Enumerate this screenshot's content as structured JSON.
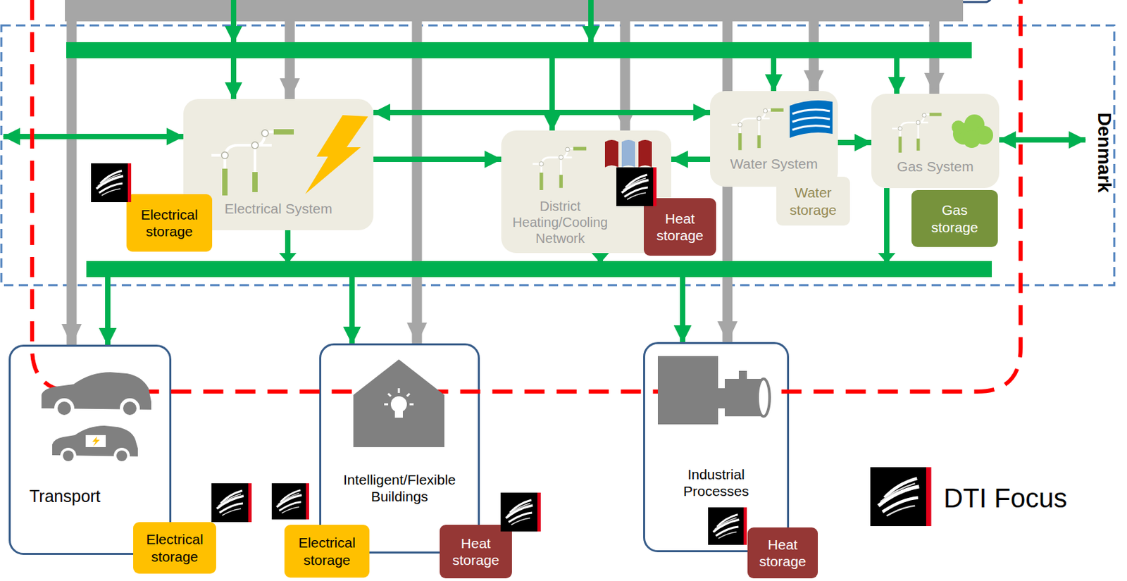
{
  "diagram": {
    "nodes": [
      {
        "text": [
          "Electrical System"
        ]
      },
      {
        "text": [
          "Electrical storage"
        ]
      },
      {
        "text": [
          "District Heating/Cooling Network"
        ]
      },
      {
        "text": [
          "Heat storage"
        ]
      },
      {
        "text": [
          "Water System"
        ]
      },
      {
        "text": [
          "Water storage"
        ]
      },
      {
        "text": [
          "Gas System"
        ]
      },
      {
        "text": [
          "Gas storage"
        ]
      },
      {
        "text": [
          "Transport"
        ]
      },
      {
        "text": [
          "Electrical storage"
        ]
      },
      {
        "text": [
          "Intelligent/Flexible Buildings"
        ]
      },
      {
        "text": [
          "Electrical storage"
        ]
      },
      {
        "text": [
          "Heat storage"
        ]
      },
      {
        "text": [
          "Industrial Processes"
        ]
      },
      {
        "text": [
          "Heat storage"
        ]
      }
    ],
    "edges": [
      {
        "from": 0,
        "to": 4,
        "arrow": "both"
      },
      {
        "from": 0,
        "to": 2,
        "arrow": "to"
      },
      {
        "from": 4,
        "to": 2,
        "arrow": "to"
      },
      {
        "from": 4,
        "to": 6,
        "arrow": "to"
      },
      {
        "from": 0,
        "to": 8,
        "arrow": "to"
      },
      {
        "from": 0,
        "to": 10,
        "arrow": "to"
      },
      {
        "from": 0,
        "to": 13,
        "arrow": "to"
      },
      {
        "from": 2,
        "to": 8,
        "arrow": "to"
      },
      {
        "from": 2,
        "to": 10,
        "arrow": "to"
      },
      {
        "from": 2,
        "to": 13,
        "arrow": "to"
      },
      {
        "from": 6,
        "to": 8,
        "arrow": "to"
      },
      {
        "from": 6,
        "to": 10,
        "arrow": "to"
      },
      {
        "from": 6,
        "to": 13,
        "arrow": "to"
      }
    ],
    "labels": [
      "Denmark"
    ],
    "legend": [
      {
        "text": "DTI Focus"
      }
    ]
  }
}
